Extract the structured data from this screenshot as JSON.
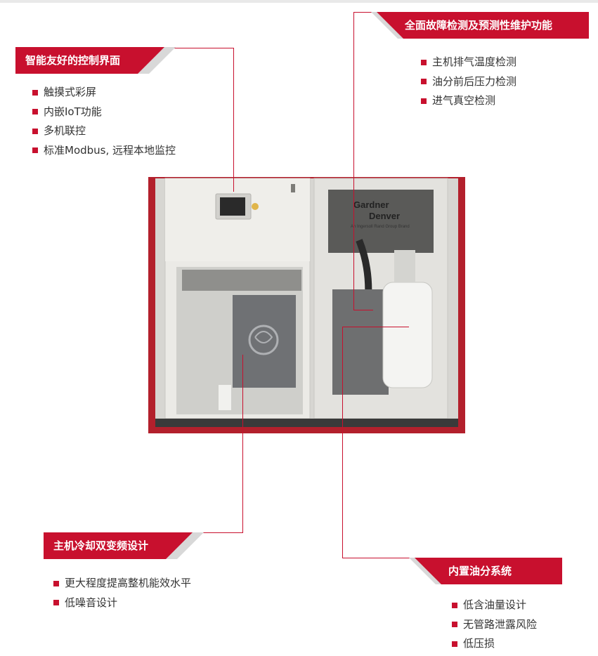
{
  "tags": {
    "control": "智能友好的控制界面",
    "fault": "全面故障检测及预测性维护功能",
    "cooling": "主机冷却双变频设计",
    "oil": "内置油分系统"
  },
  "lists": {
    "control": [
      "触摸式彩屏",
      "内嵌IoT功能",
      "多机联控",
      "标准Modbus, 远程本地监控"
    ],
    "fault": [
      "主机排气温度检测",
      "油分前后压力检测",
      "进气真空检测"
    ],
    "cooling": [
      "更大程度提高整机能效水平",
      "低噪音设计"
    ],
    "oil": [
      "低含油量设计",
      "无管路泄露风险",
      "低压损"
    ]
  },
  "machine": {
    "brand_line1": "Gardner",
    "brand_line2": "Denver",
    "brand_tagline": "An Ingersoll Rand Group Brand"
  },
  "colors": {
    "accent": "#c8102e",
    "shadow": "#d8d8d8",
    "text": "#333333"
  }
}
